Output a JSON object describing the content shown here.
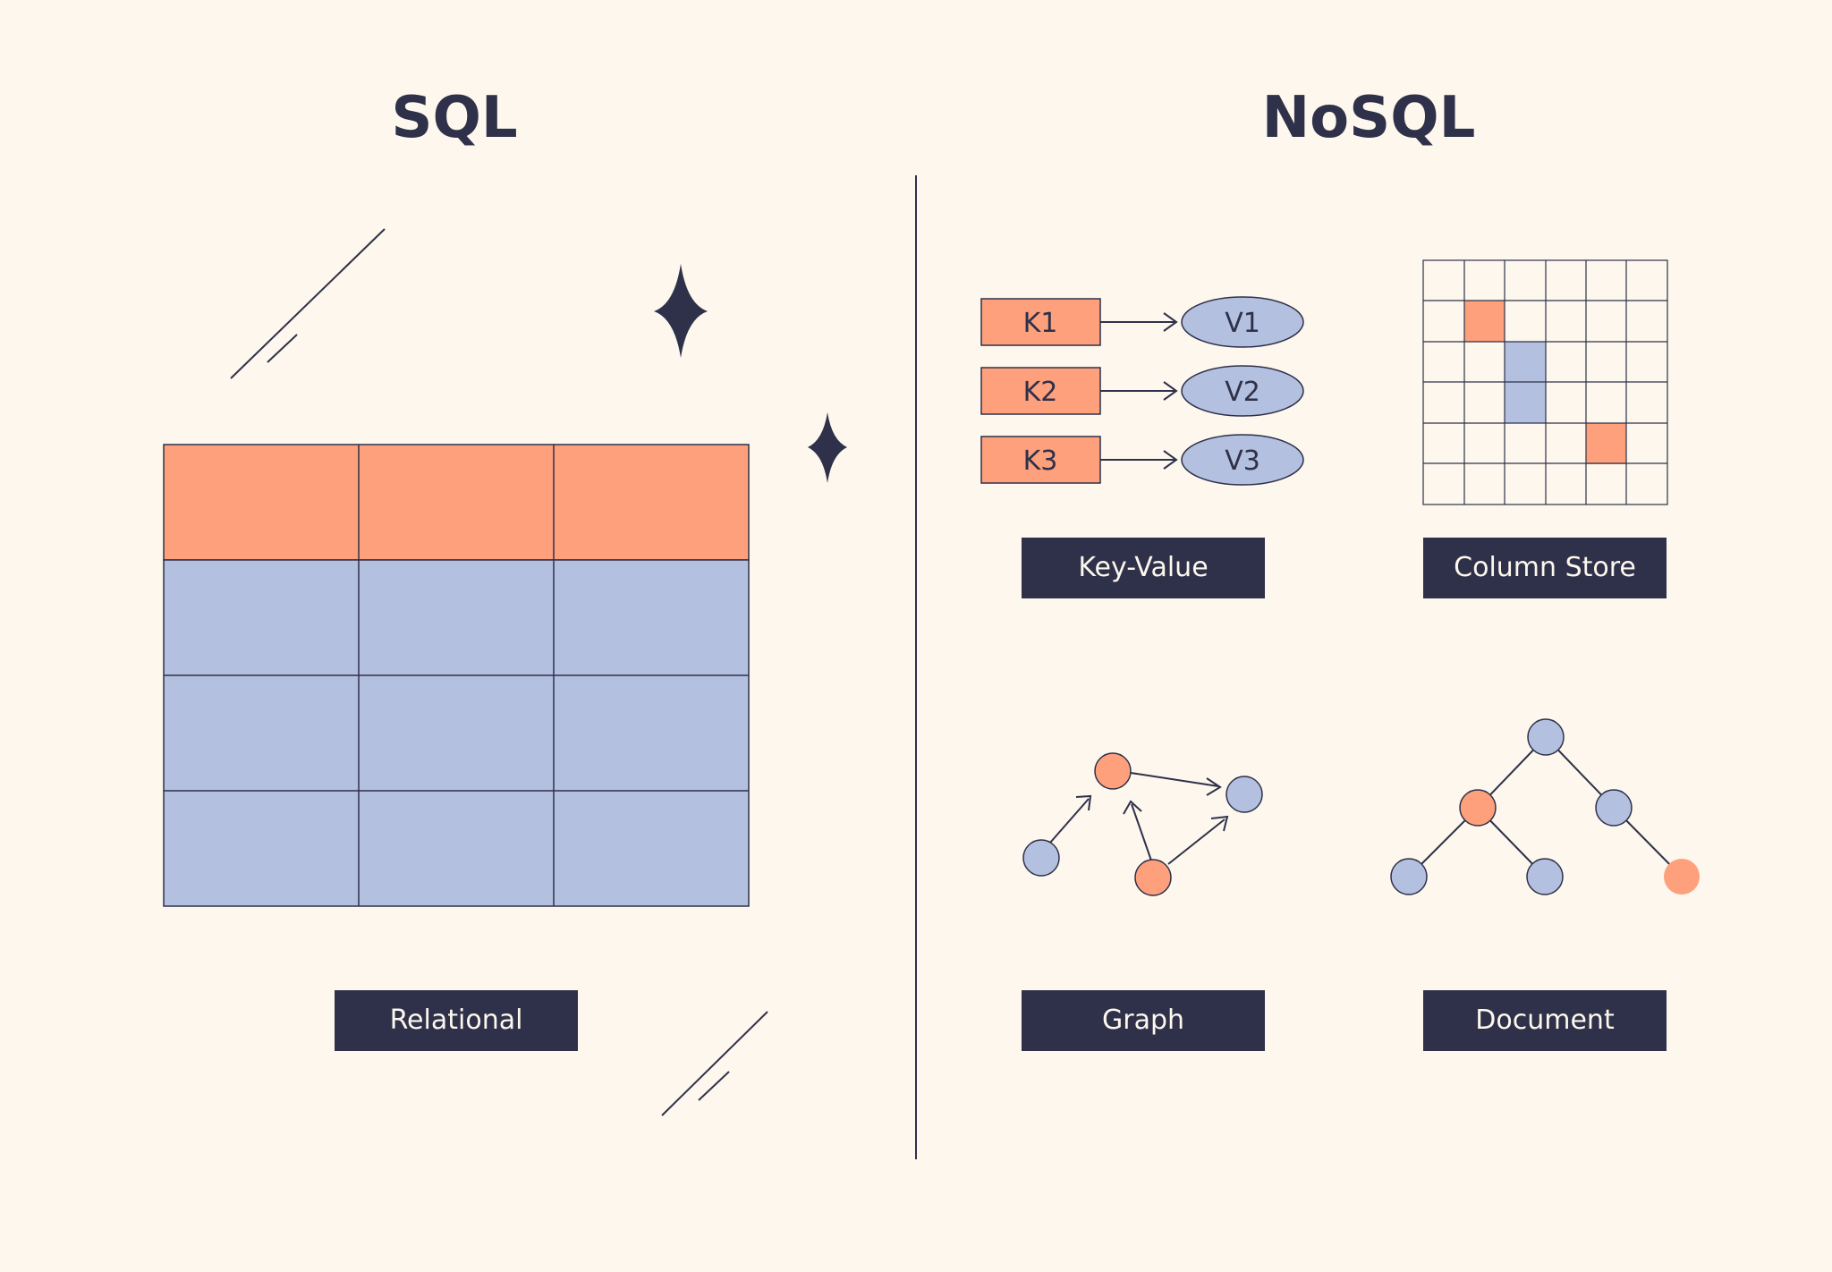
{
  "sql": {
    "title": "SQL",
    "relational_label": "Relational"
  },
  "nosql": {
    "title": "NoSQL",
    "key_value": {
      "label": "Key-Value",
      "pairs": [
        {
          "key": "K1",
          "value": "V1"
        },
        {
          "key": "K2",
          "value": "V2"
        },
        {
          "key": "K3",
          "value": "V3"
        }
      ]
    },
    "column_store": {
      "label": "Column Store"
    },
    "graph": {
      "label": "Graph"
    },
    "document": {
      "label": "Document"
    }
  },
  "colors": {
    "background": "#fdf7ed",
    "navy": "#2e3149",
    "orange": "#fea07c",
    "blue": "#b4c0e0"
  },
  "icons": [
    "sparkle-icon",
    "slash-lines-icon"
  ]
}
